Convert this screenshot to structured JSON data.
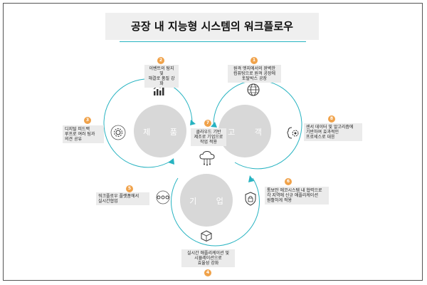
{
  "title": "공장 내 지능형 시스템의 워크플로우",
  "circles": {
    "product": "제 품",
    "customer": "고 객",
    "company": "기 업"
  },
  "steps": [
    {
      "num": "1",
      "text": "원격 엣지에서의 완벽한\n컴퓨팅으로 원격 공장에\n토탈박스 공장"
    },
    {
      "num": "2",
      "text": "이벤트의 탐지 및\n해결로 품질 강화"
    },
    {
      "num": "3",
      "text": "디지털 피드백\n루프로 여러 팀과\n의견 공유"
    },
    {
      "num": "4",
      "text": "실시간 애플리케이션 및\n시뮬레이션으로\n효율성 강화"
    },
    {
      "num": "5",
      "text": "워크플로우 플랫폼에서\n실시간협업"
    },
    {
      "num": "6",
      "text": "통보안 에코시스템 내 협력으로\n각 지역에 신규 애플리케이션\n원활하게 적용"
    },
    {
      "num": "7",
      "text": "클라우드 기반\n제조로 기업으로\n작업 적용"
    },
    {
      "num": "8",
      "text": "센서 데이터 및 알고리즘에\n기반하여 효과적인\n프로세스로 대응"
    }
  ],
  "colors": {
    "accent": "#27b3c1",
    "badge": "#f0a24a",
    "circle": "#d8d8d8"
  },
  "icons": [
    "globe-icon",
    "chart-icon",
    "gear-icon",
    "box-icon",
    "workflow-icon",
    "shield-icon",
    "cloud-icon",
    "brain-gear-icon"
  ]
}
